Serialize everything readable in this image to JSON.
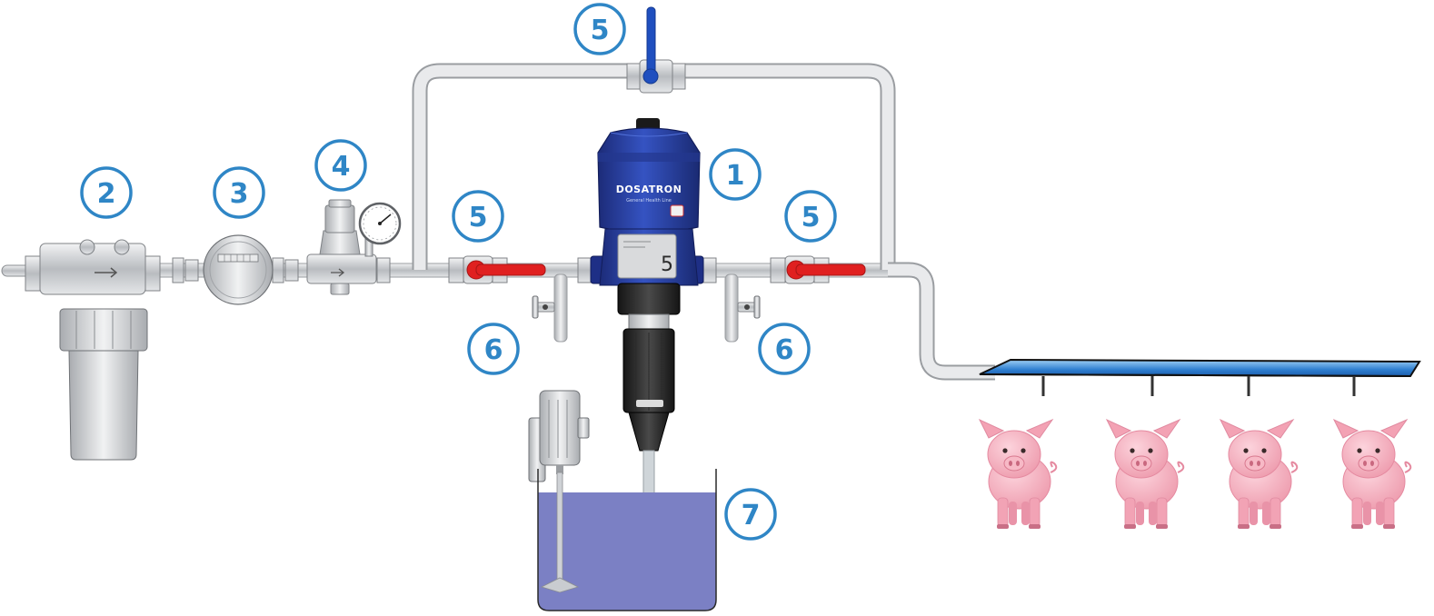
{
  "callouts": [
    {
      "id": "dosing-pump",
      "label": "1"
    },
    {
      "id": "filter",
      "label": "2"
    },
    {
      "id": "water-meter",
      "label": "3"
    },
    {
      "id": "pressure-regulator",
      "label": "4"
    },
    {
      "id": "bypass-valve",
      "label": "5"
    },
    {
      "id": "inlet-valve",
      "label": "5"
    },
    {
      "id": "outlet-valve",
      "label": "5"
    },
    {
      "id": "inlet-drain",
      "label": "6"
    },
    {
      "id": "outlet-drain",
      "label": "6"
    },
    {
      "id": "solution-tank",
      "label": "7"
    }
  ],
  "pump": {
    "brand": "DOSATRON",
    "subtitle": "General Health Line",
    "model": "5"
  },
  "colors": {
    "callout": "#2f86c6",
    "pump_body": "#2a3f9e",
    "pipe": "#dfe0e2",
    "valve_handle_red": "#e02020",
    "valve_handle_blue": "#1f4fbf",
    "tank_liquid": "#7b80c4",
    "trough_water": "#3a8ad6",
    "pig": "#f4a9b8"
  },
  "icons": [
    "filter-icon",
    "water-meter-icon",
    "pressure-gauge-icon",
    "ball-valve-icon",
    "mixer-motor-icon",
    "pig-icon"
  ]
}
